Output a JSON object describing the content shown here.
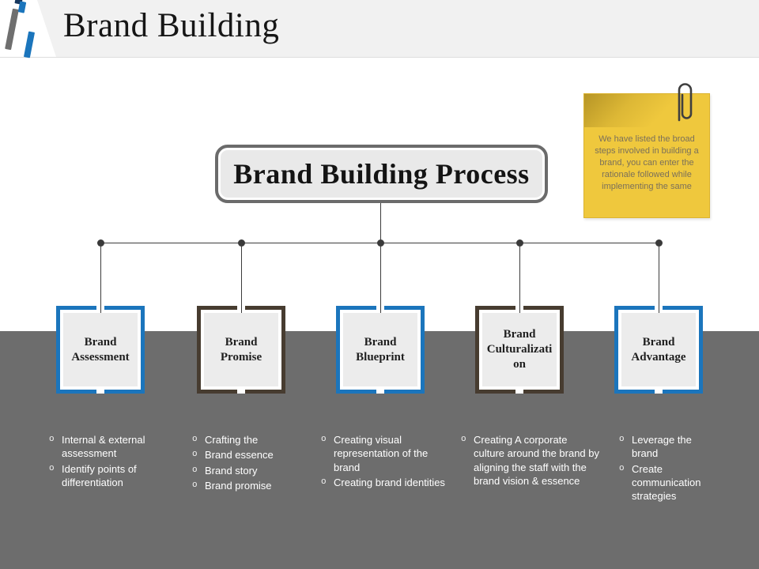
{
  "slide": {
    "title": "Brand Building"
  },
  "colors": {
    "accent_blue": "#1b75bc",
    "accent_brown": "#473c30",
    "band_gray": "#6d6d6d",
    "note_yellow": "#efc83d",
    "header_gray": "#f1f1f1"
  },
  "diagram": {
    "root": {
      "label": "Brand Building Process"
    },
    "nodes": [
      {
        "label": "Brand Assessment",
        "theme": "blue",
        "bullets": [
          "Internal & external assessment",
          "Identify points of differentiation"
        ]
      },
      {
        "label": "Brand Promise",
        "theme": "brown",
        "bullets": [
          "Crafting the",
          "Brand essence",
          "Brand story",
          "Brand promise"
        ]
      },
      {
        "label": "Brand Blueprint",
        "theme": "blue",
        "bullets": [
          "Creating visual representation of the brand",
          "Creating brand identities"
        ]
      },
      {
        "label": "Brand Culturalization",
        "theme": "brown",
        "bullets": [
          "Creating A corporate culture around the brand by aligning the staff with the brand vision & essence"
        ]
      },
      {
        "label": "Brand Advantage",
        "theme": "blue",
        "bullets": [
          "Leverage the brand",
          "Create communication strategies"
        ]
      }
    ]
  },
  "note": {
    "icon": "paperclip-icon",
    "text": "We have listed the broad steps involved in building a brand, you can enter the rationale followed while implementing the same"
  },
  "bullet_marker": "o"
}
